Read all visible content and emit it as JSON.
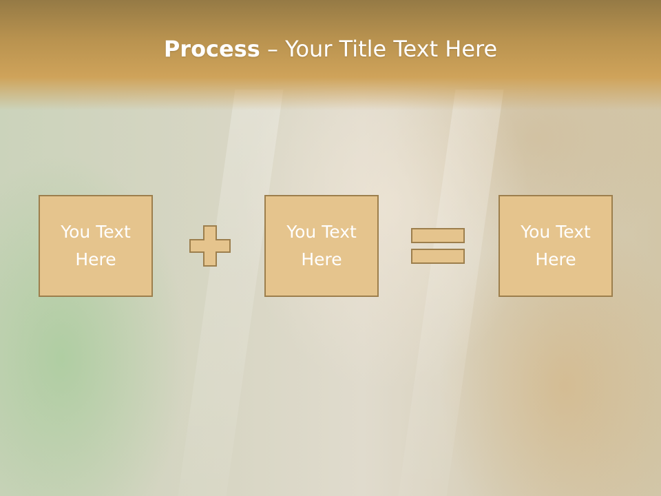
{
  "slide": {
    "title_bold": "Process",
    "title_rest": " – Your Title Text Here",
    "boxes": [
      {
        "text": "You Text Here"
      },
      {
        "text": "You Text Here"
      },
      {
        "text": "You Text Here"
      }
    ],
    "operators": [
      "plus-icon",
      "equals-icon"
    ]
  },
  "colors": {
    "header": "#cfa35a",
    "box_fill": "#e5c48d",
    "box_border": "#9c7e4c",
    "operator_fill": "#e5c48d",
    "text": "#ffffff"
  }
}
